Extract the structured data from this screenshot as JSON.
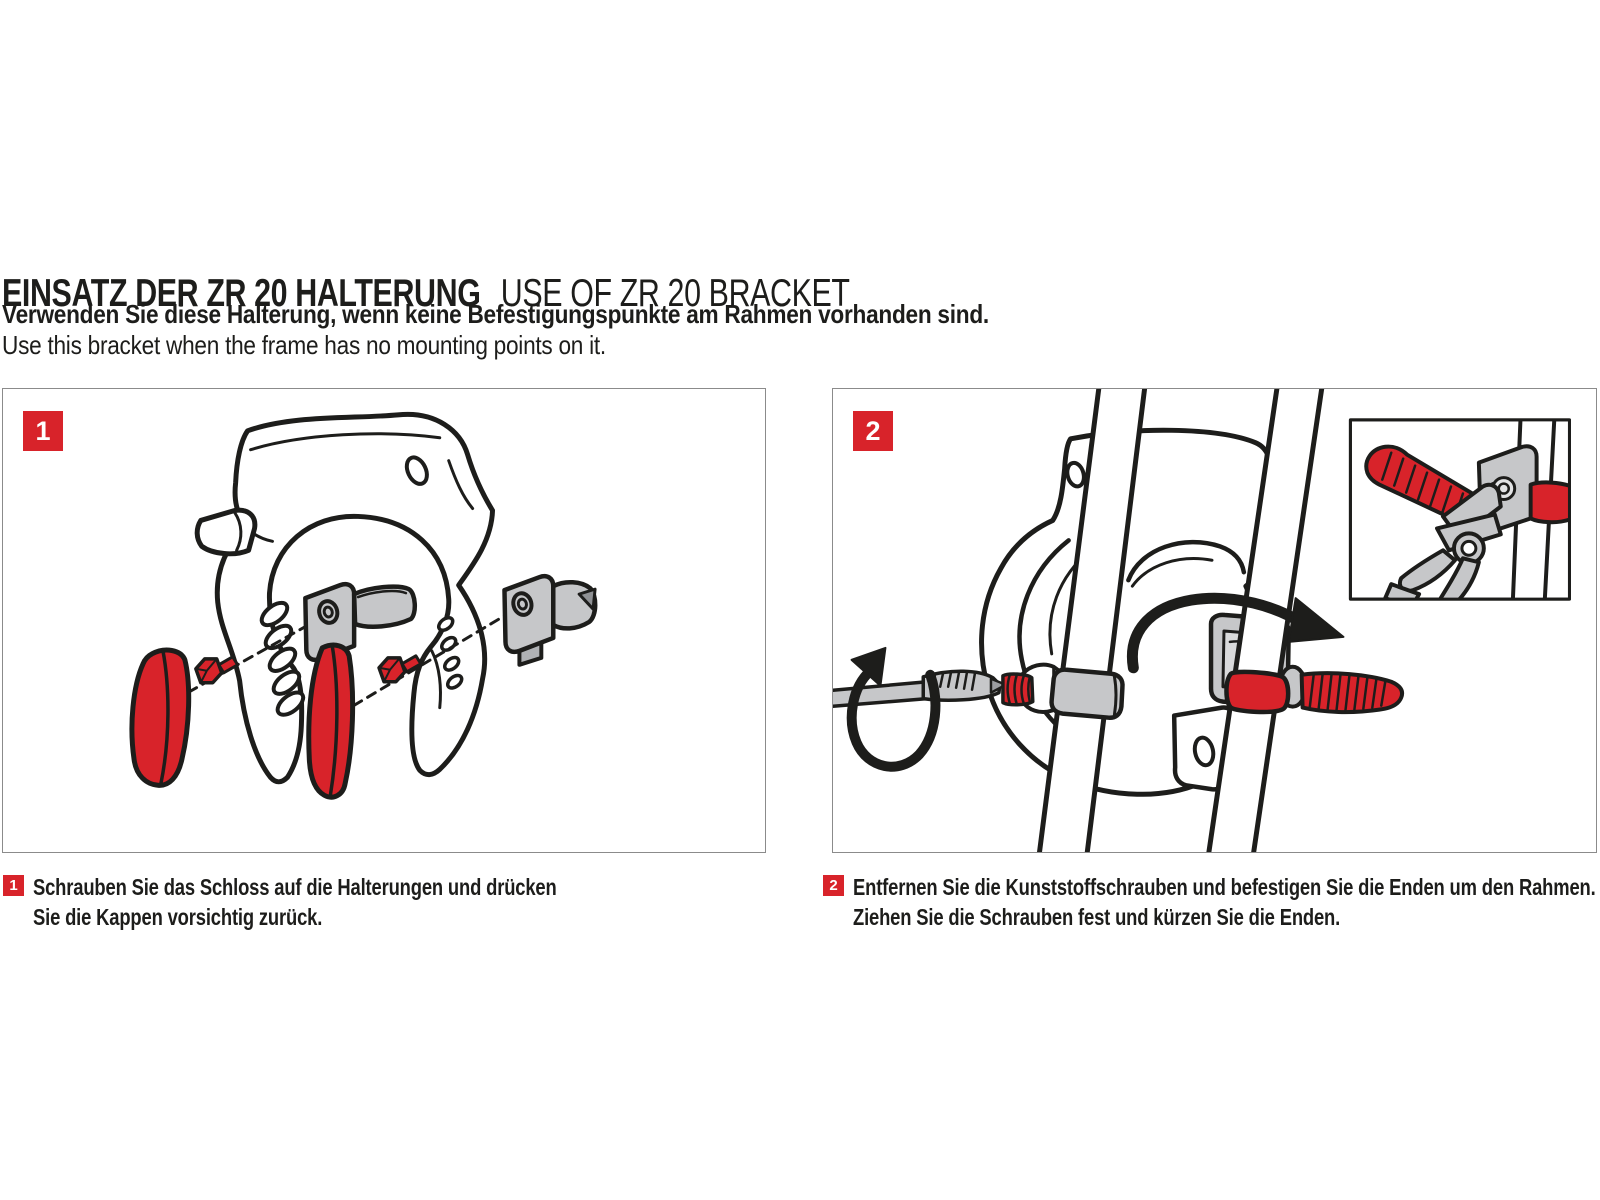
{
  "header": {
    "title_de": "EINSATZ DER ZR 20 HALTERUNG",
    "title_en": "USE OF ZR 20 BRACKET",
    "intro_de": "Verwenden Sie diese Halterung, wenn keine Befestigungspunkte am Rahmen vorhanden sind.",
    "intro_en": "Use this bracket when the frame has no mounting points on it."
  },
  "steps": [
    {
      "number": "1",
      "illustration": "frame-lock-exploded-with-red-caps-and-screws",
      "caption_line1": "Schrauben Sie das Schloss auf die Halterungen und drücken",
      "caption_line2": "Sie die Kappen vorsichtig zurück."
    },
    {
      "number": "2",
      "illustration": "screwdriver-and-cable-ties-on-frame-with-pliers-inset",
      "caption_line1": "Entfernen Sie die Kunststoffschrauben und befestigen Sie die Enden um den Rahmen.",
      "caption_line2": "Ziehen Sie die Schrauben fest und kürzen Sie die Enden."
    }
  ],
  "colors": {
    "accent_red": "#d8232a",
    "line_black": "#1d1d1b",
    "part_gray": "#c6c7c9",
    "panel_border": "#8b8b8b"
  }
}
